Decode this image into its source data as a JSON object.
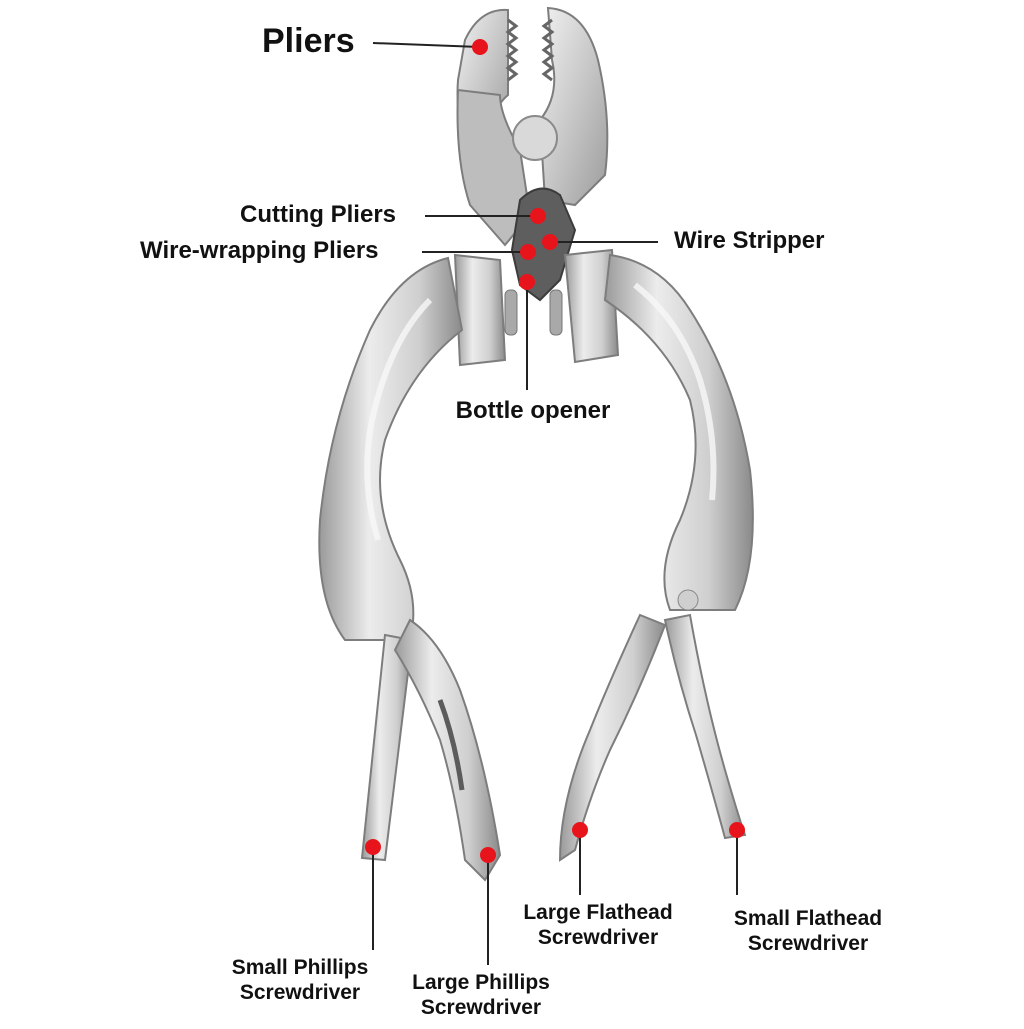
{
  "colors": {
    "marker": "#e8141c",
    "leader": "#222222",
    "text": "#111111",
    "steel_light": "#e9e9e9",
    "steel_mid": "#c9c9c9",
    "steel_dark": "#8e8e8e",
    "background": "#ffffff"
  },
  "tool": "multi-tool pliers",
  "labels": {
    "pliers": "Pliers",
    "cutting_pliers": "Cutting Pliers",
    "wire_wrapping_pliers": "Wire-wrapping Pliers",
    "wire_stripper": "Wire Stripper",
    "bottle_opener": "Bottle opener",
    "small_phillips": [
      "Small Phillips",
      "Screwdriver"
    ],
    "large_phillips": [
      "Large Phillips",
      "Screwdriver"
    ],
    "large_flathead": [
      "Large Flathead",
      "Screwdriver"
    ],
    "small_flathead": [
      "Small Flathead",
      "Screwdriver"
    ]
  }
}
